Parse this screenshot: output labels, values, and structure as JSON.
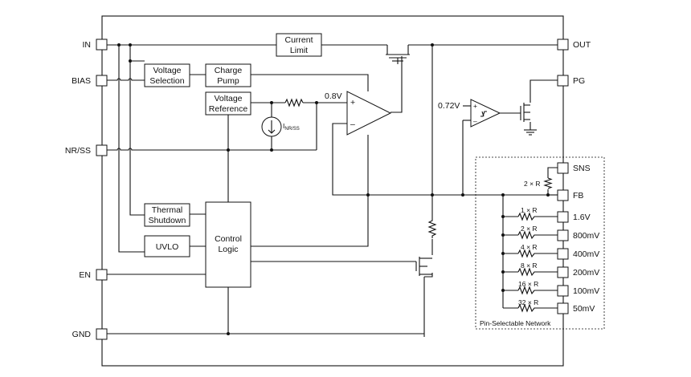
{
  "pins_left": {
    "in": "IN",
    "bias": "BIAS",
    "nr_ss": "NR/SS",
    "en": "EN",
    "gnd": "GND"
  },
  "pins_right": {
    "out": "OUT",
    "pg": "PG",
    "sns": "SNS",
    "fb": "FB",
    "v1_6": "1.6V",
    "v800": "800mV",
    "v400": "400mV",
    "v200": "200mV",
    "v100": "100mV",
    "v50": "50mV"
  },
  "blocks": {
    "current_limit": [
      "Current",
      "Limit"
    ],
    "voltage_selection": [
      "Voltage",
      "Selection"
    ],
    "charge_pump": [
      "Charge",
      "Pump"
    ],
    "voltage_reference": [
      "Voltage",
      "Reference"
    ],
    "thermal_shutdown": [
      "Thermal",
      "Shutdown"
    ],
    "uvlo": "UVLO",
    "control_logic": [
      "Control",
      "Logic"
    ]
  },
  "labels": {
    "ref_voltage": "0.8V",
    "pg_threshold": "0.72V",
    "current_source_main": "I",
    "current_source_sub": "NR/SS",
    "opamp_plus": "+",
    "opamp_minus": "–",
    "comp_plus": "+",
    "comp_minus": "–",
    "network_title": "Pin-Selectable Network"
  },
  "resistors": {
    "sns_fb": "2 × R",
    "r1": "1 × R",
    "r2": "2 × R",
    "r4": "4 × R",
    "r8": "8 × R",
    "r16": "16 × R",
    "r32": "32 × R"
  }
}
